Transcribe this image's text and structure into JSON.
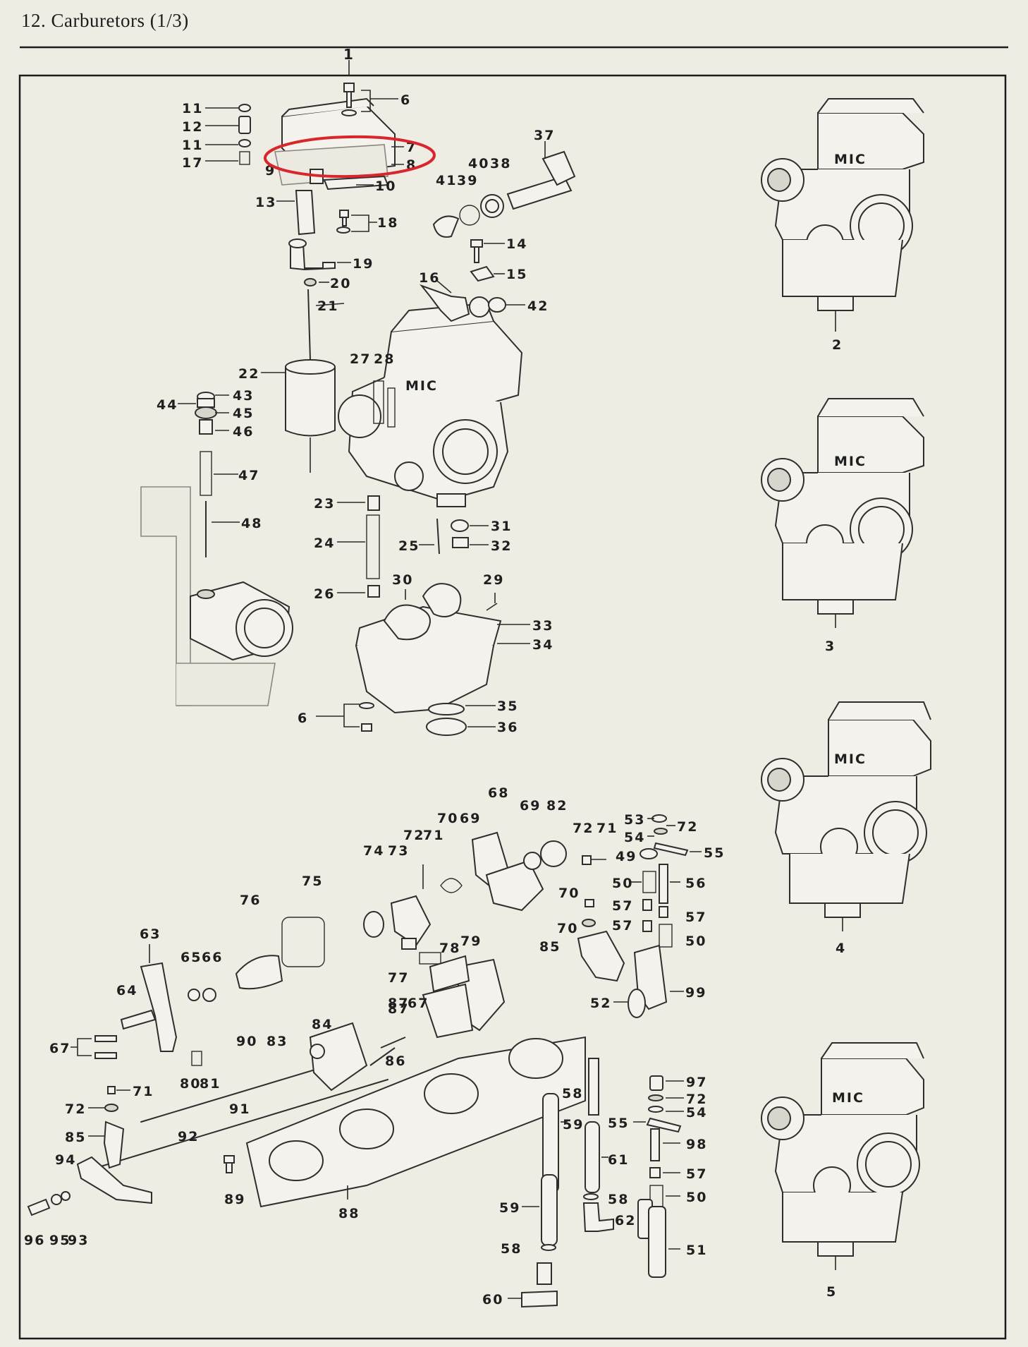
{
  "header": {
    "title": "12.  Carburetors (1/3)"
  },
  "diagram": {
    "main_part_label": "1",
    "callouts": [
      "2",
      "3",
      "4",
      "5",
      "6",
      "7",
      "8",
      "9",
      "10",
      "11",
      "11",
      "12",
      "13",
      "14",
      "15",
      "16",
      "17",
      "18",
      "19",
      "20",
      "21",
      "22",
      "23",
      "24",
      "25",
      "26",
      "27",
      "28",
      "29",
      "30",
      "31",
      "32",
      "33",
      "34",
      "35",
      "36",
      "37",
      "38",
      "39",
      "40",
      "41",
      "42",
      "43",
      "44",
      "45",
      "46",
      "47",
      "48",
      "49",
      "50",
      "50",
      "50",
      "51",
      "52",
      "53",
      "54",
      "54",
      "55",
      "55",
      "56",
      "57",
      "57",
      "57",
      "58",
      "58",
      "58",
      "59",
      "59",
      "60",
      "61",
      "62",
      "63",
      "64",
      "65",
      "66",
      "67",
      "67",
      "68",
      "69",
      "70",
      "70",
      "71",
      "71",
      "72",
      "72",
      "72",
      "72",
      "73",
      "74",
      "75",
      "76",
      "77",
      "78",
      "79",
      "80",
      "81",
      "82",
      "83",
      "84",
      "85",
      "85",
      "86",
      "87",
      "88",
      "89",
      "90",
      "91",
      "92",
      "93",
      "94",
      "95",
      "96",
      "97",
      "98",
      "99"
    ],
    "highlight_color": "#d8262c",
    "line_color": "#2a2a2a",
    "paper_color": "#efece4"
  }
}
